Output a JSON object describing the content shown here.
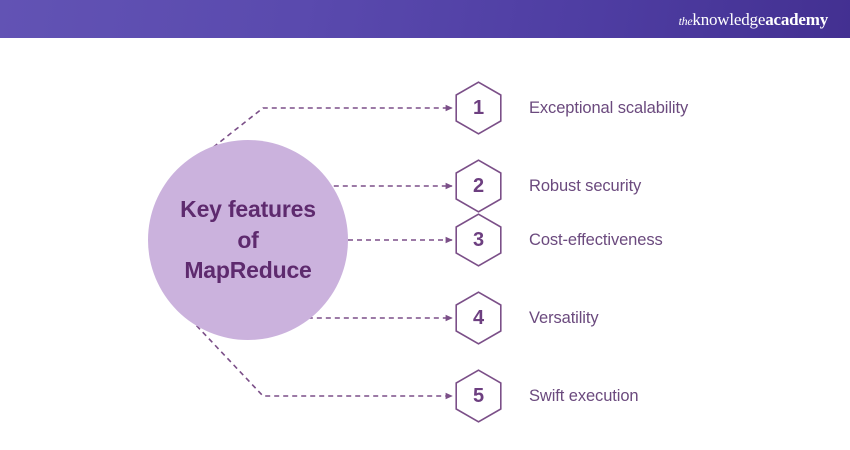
{
  "header": {
    "logo": {
      "prefix": "the",
      "middle": "knowledge",
      "suffix": "academy"
    },
    "background_color_left": "#6253b4",
    "background_color_right": "#433091"
  },
  "center": {
    "title": "Key features\nof\nMapReduce",
    "fill_color": "#cbb2dd",
    "text_color": "#5e2a6e"
  },
  "features": [
    {
      "number": "1",
      "label": "Exceptional scalability"
    },
    {
      "number": "2",
      "label": "Robust security"
    },
    {
      "number": "3",
      "label": "Cost-effectiveness"
    },
    {
      "number": "4",
      "label": "Versatility"
    },
    {
      "number": "5",
      "label": "Swift execution"
    }
  ],
  "style": {
    "hexagon_stroke_color": "#7b4f88",
    "label_color": "#6b4a7e",
    "connector_color": "#7b4f88"
  }
}
